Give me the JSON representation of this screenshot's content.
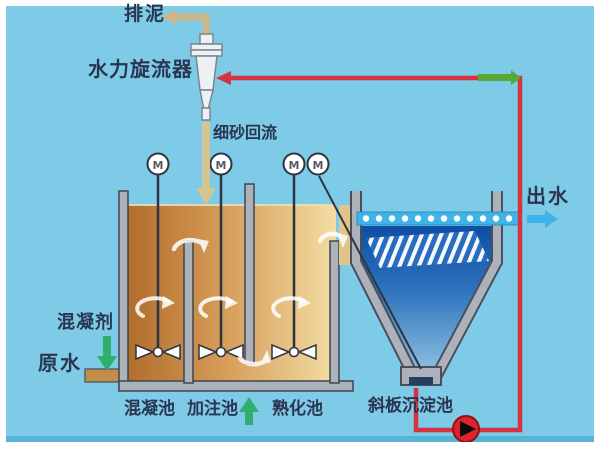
{
  "scene": {
    "background_color": "#7ecbe8",
    "frame_color": "#ffffff",
    "description": "Water treatment process flow diagram with microsand recirculation"
  },
  "labels": {
    "sludge_discharge": "排泥",
    "hydrocyclone": "水力旋流器",
    "fine_sand_return": "细砂回流",
    "effluent": "出水",
    "coagulant": "混凝剂",
    "raw_water": "原水"
  },
  "tanks": [
    {
      "name": "混凝池"
    },
    {
      "name": "加注池"
    },
    {
      "name": "熟化池"
    },
    {
      "name": "斜板沉淀池"
    }
  ],
  "motors": {
    "label": "M",
    "count": 4
  },
  "colors": {
    "recirculation_line": "#d5333f",
    "sludge_pipe": "#cdb78a",
    "sand_return_arrow": "#d9c48e",
    "dosing_arrow": "#2fae6e",
    "effluent_pipe": "#3fb3e8",
    "pump_body": "#e0222c",
    "tank_water_left": "#b06c2a",
    "tank_water_right": "#f3dda4",
    "clarifier_water_top": "#1155a8",
    "clarifier_water_bottom": "#8fc2e2",
    "wall_gray": "#adb2ba"
  }
}
